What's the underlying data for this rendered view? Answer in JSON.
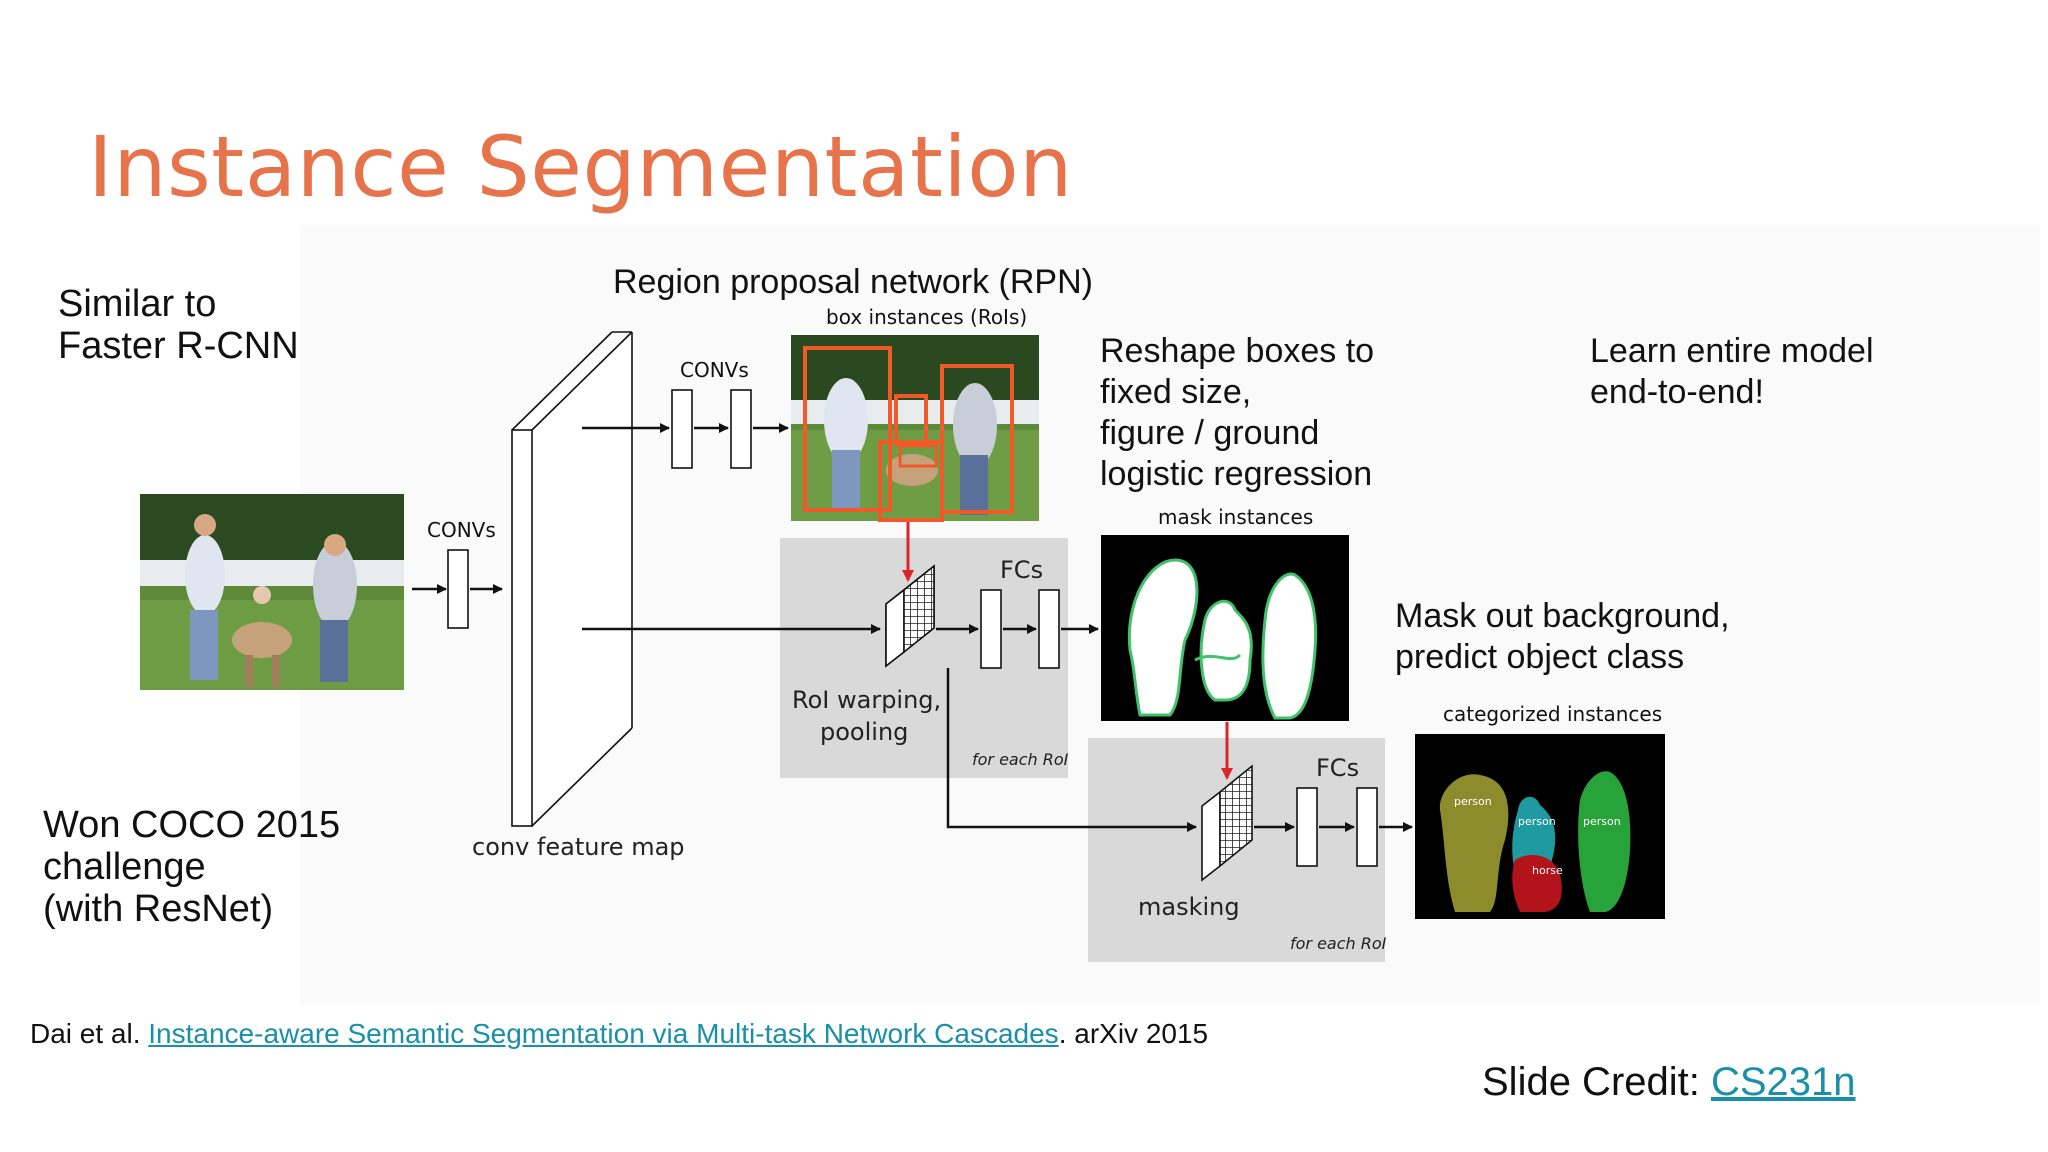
{
  "slide": {
    "title": "Instance Segmentation",
    "left_note_1": [
      "Similar to",
      "Faster R-CNN"
    ],
    "left_note_2": [
      "Won COCO 2015",
      "challenge",
      "(with ResNet)"
    ],
    "right_note_1": [
      "Reshape boxes to",
      "fixed size,",
      "figure / ground",
      "logistic regression"
    ],
    "right_note_2": [
      "Learn entire model",
      "end-to-end!"
    ],
    "right_note_3": [
      "Mask out background,",
      "predict object class"
    ],
    "citation": {
      "prefix": "Dai et al. ",
      "link_text": "Instance-aware Semantic Segmentation via Multi-task Network Cascades",
      "suffix": ". arXiv 2015"
    },
    "credit": {
      "prefix": "Slide Credit: ",
      "link_text": "CS231n"
    }
  },
  "diagram": {
    "rpn_title": "Region proposal network (RPN)",
    "box_instances_label": "box instances (RoIs)",
    "convs_label_top": "CONVs",
    "convs_label_left": "CONVs",
    "conv_feature_map_label": "conv feature map",
    "roi_warping_label": [
      "RoI warping,",
      "pooling"
    ],
    "fcs_label_1": "FCs",
    "fcs_label_2": "FCs",
    "for_each_roi_1": "for each RoI",
    "for_each_roi_2": "for each RoI",
    "mask_instances_label": "mask instances",
    "masking_label": "masking",
    "categorized_instances_label": "categorized instances",
    "category_labels": [
      "person",
      "person",
      "person",
      "horse"
    ]
  },
  "colors": {
    "title": "#e6734a",
    "link": "#1a8fa8",
    "box_orange": "#f05a28",
    "arrow_red": "#d9262b",
    "gray_panel": "#d9d9d9"
  }
}
